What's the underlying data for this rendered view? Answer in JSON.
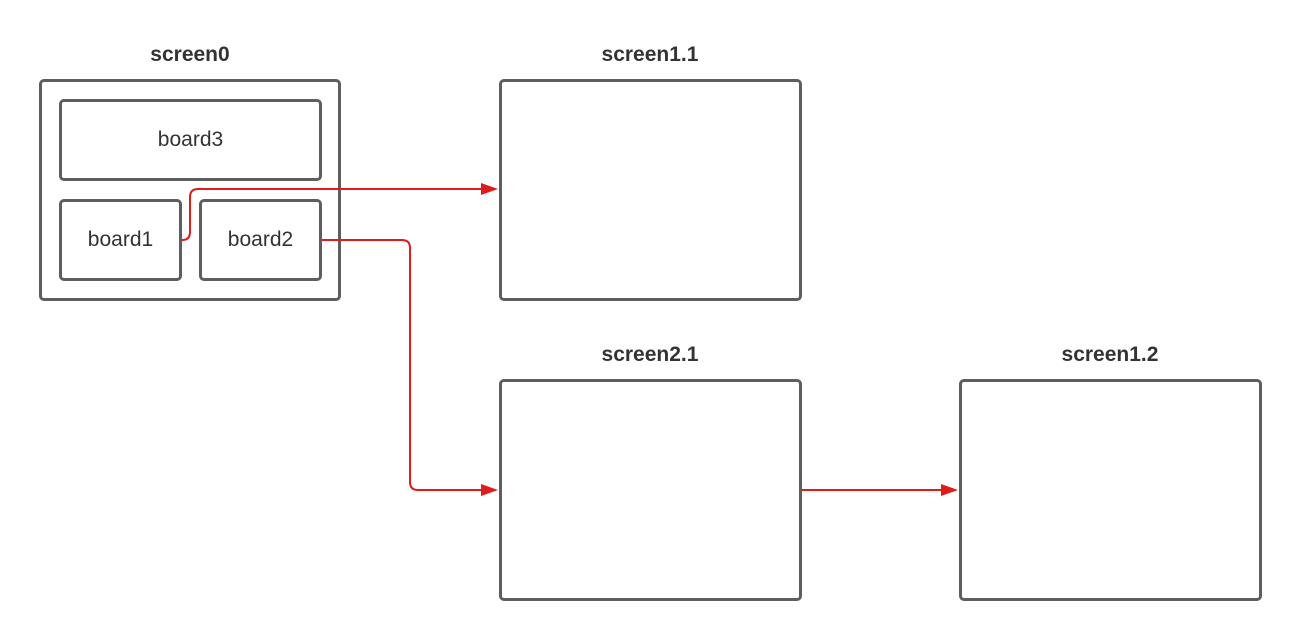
{
  "screens": {
    "screen0": {
      "title": "screen0"
    },
    "screen1_1": {
      "title": "screen1.1"
    },
    "screen2_1": {
      "title": "screen2.1"
    },
    "screen1_2": {
      "title": "screen1.2"
    }
  },
  "boards": {
    "board1": "board1",
    "board2": "board2",
    "board3": "board3"
  },
  "colors": {
    "box_border": "#5e5e5e",
    "arrow": "#e01b1b",
    "text": "#333333"
  },
  "connections": [
    {
      "from": "board1",
      "to": "screen1.1"
    },
    {
      "from": "board2",
      "to": "screen2.1"
    },
    {
      "from": "screen2.1",
      "to": "screen1.2"
    }
  ]
}
